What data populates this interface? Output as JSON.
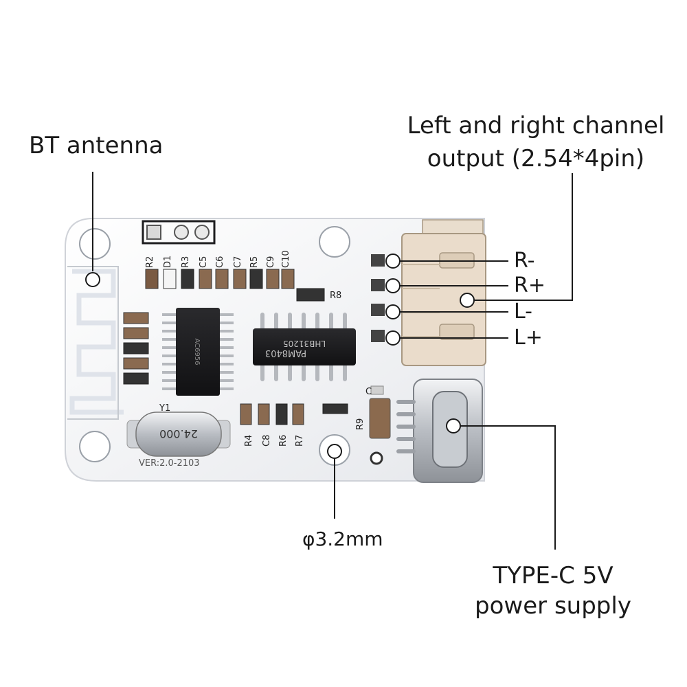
{
  "callouts": {
    "antenna": "BT antenna",
    "output_line1": "Left and right channel",
    "output_line2": "output (2.54*4pin)",
    "pin_r_minus": "R-",
    "pin_r_plus": "R+",
    "pin_l_minus": "L-",
    "pin_l_plus": "L+",
    "hole": "φ3.2mm",
    "power_line1": "TYPE-C 5V",
    "power_line2": "power supply"
  },
  "board": {
    "silkscreen": [
      "R2",
      "D1",
      "R3",
      "C5",
      "C6",
      "C7",
      "R5",
      "C9",
      "C10",
      "R8",
      "Y1",
      "R4",
      "C8",
      "R6",
      "R7",
      "R9",
      "C"
    ],
    "version": "VER:2.0-2103",
    "crystal": "24.000",
    "amp_chip": "PAM8403",
    "amp_code": "LHB31205",
    "bt_chip": "AC6956"
  },
  "colors": {
    "board": "#f2f3f6",
    "chip": "#1d1d1f",
    "connector": "#eadccb",
    "usb": "#c9ccd1"
  }
}
